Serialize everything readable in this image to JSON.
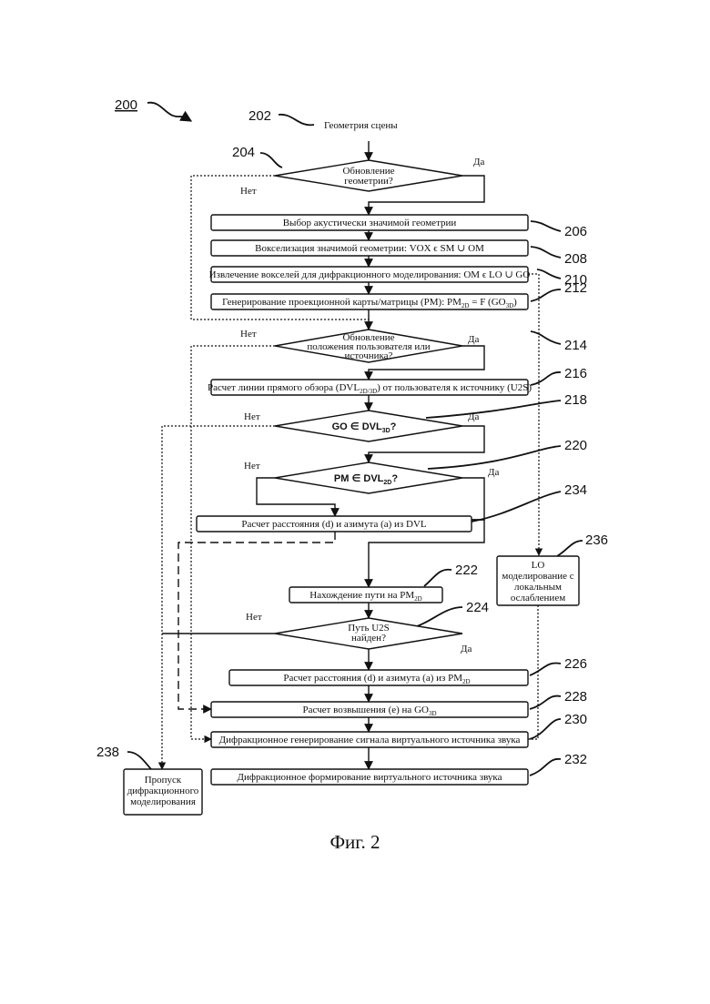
{
  "diagram": {
    "ref_main": "200",
    "start": {
      "ref": "202",
      "text": "Геометрия сцены"
    },
    "d204": {
      "ref": "204",
      "line1": "Обновление",
      "line2": "геометрии?",
      "yes": "Да",
      "no": "Нет"
    },
    "b206": {
      "ref": "206",
      "text": "Выбор акустически значимой геометрии"
    },
    "b208": {
      "ref": "208",
      "text": "Вокселизация значимой геометрии: VOX ϵ SM ∪ OM"
    },
    "b210": {
      "ref": "210",
      "text": "Извлечение вокселей для дифракционного моделирования: OM ϵ LO ∪ GO"
    },
    "b212": {
      "ref": "212",
      "text_a": "Генерирование проекционной карты/матрицы (PM): PM",
      "sub_a": "2D",
      "text_b": " = F (GO",
      "sub_b": "3D",
      "text_c": ")"
    },
    "d214": {
      "ref": "214",
      "line1": "Обновление",
      "line2": "положения пользователя или",
      "line3": "источника?",
      "yes": "Да",
      "no": "Нет"
    },
    "b216": {
      "ref": "216",
      "text_a": "Расчет линии прямого обзора (DVL",
      "sub": "2D/3D",
      "text_b": ") от пользователя к источнику (U2S)"
    },
    "d218": {
      "ref": "218",
      "text": "GO ∈ DVL",
      "sub": "3D",
      "tail": "?",
      "yes": "Да",
      "no": "Нет"
    },
    "d220": {
      "ref": "220",
      "text": "PM ∈ DVL",
      "sub": "2D",
      "tail": "?",
      "yes": "Да",
      "no": "Нет"
    },
    "b234": {
      "ref": "234",
      "text": "Расчет расстояния (d) и азимута (a) из DVL"
    },
    "b236": {
      "ref": "236",
      "line1": "LO",
      "line2": "моделирование с",
      "line3": "локальным",
      "line4": "ослаблением"
    },
    "b222": {
      "ref": "222",
      "text": "Нахождение пути на PM",
      "sub": "2D"
    },
    "d224": {
      "ref": "224",
      "line1": "Путь U2S",
      "line2": "найден?",
      "yes": "Да",
      "no": "Нет"
    },
    "b226": {
      "ref": "226",
      "text": "Расчет расстояния (d) и азимута (a) из PM",
      "sub": "2D"
    },
    "b228": {
      "ref": "228",
      "text": "Расчет возвышения (e) на GO",
      "sub": "3D"
    },
    "b230": {
      "ref": "230",
      "text": "Дифракционное генерирование сигнала виртуального источника звука"
    },
    "b232": {
      "ref": "232",
      "text": "Дифракционное формирование виртуального источника звука"
    },
    "b238": {
      "ref": "238",
      "line1": "Пропуск",
      "line2": "дифракционного",
      "line3": "моделирования"
    },
    "caption": "Фиг. 2"
  }
}
